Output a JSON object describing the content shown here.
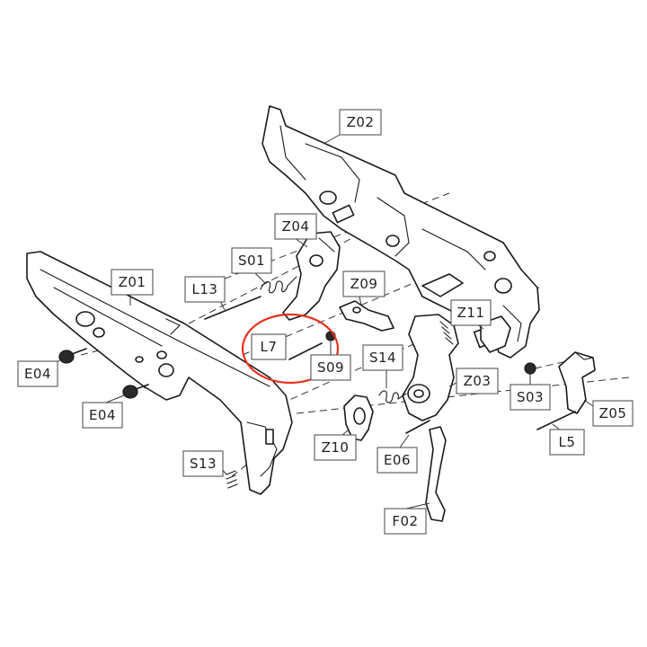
{
  "labels": {
    "z02": "Z02",
    "z04": "Z04",
    "s01": "S01",
    "z01": "Z01",
    "l13": "L13",
    "z09": "Z09",
    "z11": "Z11",
    "l7": "L7",
    "s09": "S09",
    "s14": "S14",
    "z03": "Z03",
    "e04_upper": "E04",
    "e04_lower": "E04",
    "s03": "S03",
    "z05": "Z05",
    "z10": "Z10",
    "e06": "E06",
    "l5": "L5",
    "s13": "S13",
    "f02": "F02"
  },
  "colors": {
    "highlight": "#e8301c",
    "line": "#1a1a1a",
    "label_border": "#555555"
  }
}
